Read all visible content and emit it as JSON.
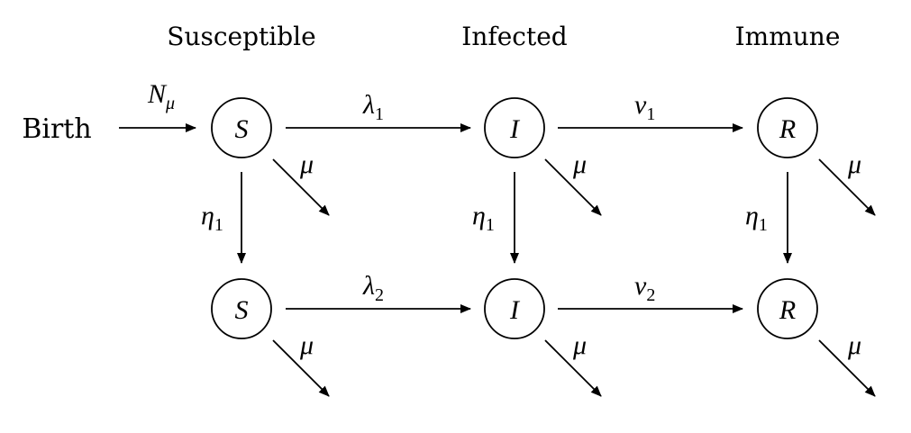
{
  "diagram": {
    "column_headers": {
      "susceptible": "Susceptible",
      "infected": "Infected",
      "immune": "Immune"
    },
    "source_label": "Birth",
    "nodes": {
      "s_top": "S",
      "i_top": "I",
      "r_top": "R",
      "s_bottom": "S",
      "i_bottom": "I",
      "r_bottom": "R"
    },
    "edges": {
      "birth_rate": {
        "base": "N",
        "sub": "μ"
      },
      "lambda1": {
        "base": "λ",
        "sub": "1"
      },
      "nu1": {
        "base": "ν",
        "sub": "1"
      },
      "lambda2": {
        "base": "λ",
        "sub": "2"
      },
      "nu2": {
        "base": "ν",
        "sub": "2"
      },
      "eta1_s": {
        "base": "η",
        "sub": "1"
      },
      "eta1_i": {
        "base": "η",
        "sub": "1"
      },
      "eta1_r": {
        "base": "η",
        "sub": "1"
      },
      "mu": "μ"
    },
    "colors": {
      "stroke": "#000000",
      "background": "#ffffff"
    }
  }
}
